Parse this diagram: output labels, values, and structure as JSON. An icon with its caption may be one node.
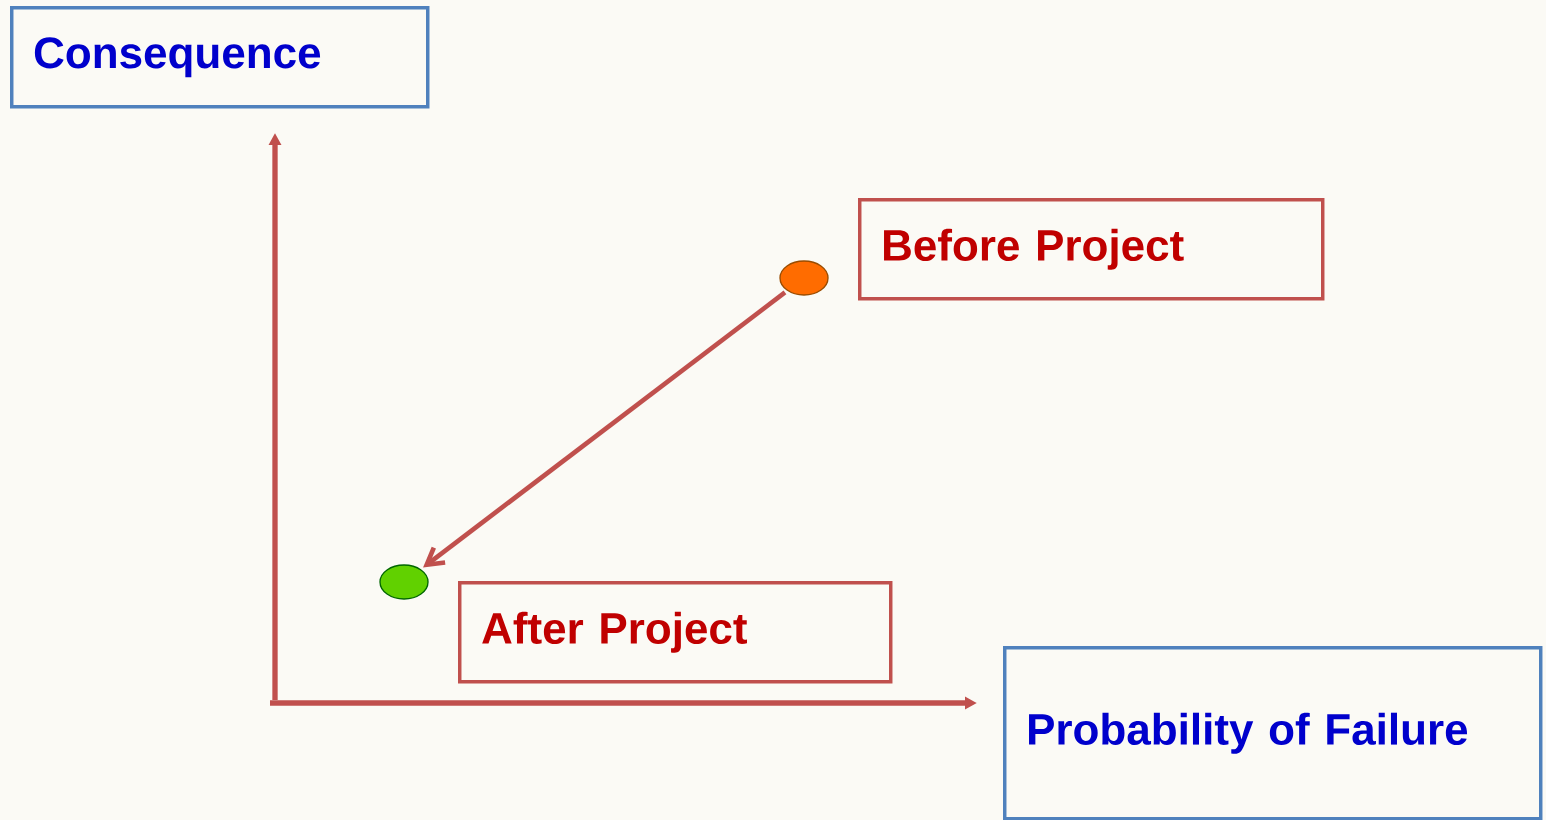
{
  "diagram": {
    "nodes": [
      {
        "text": [
          "Consequence"
        ]
      },
      {
        "text": [
          "Before Project"
        ]
      },
      {
        "text": [],
        "shape": "circle"
      },
      {
        "text": [],
        "shape": "circle"
      },
      {
        "text": [
          "After Project"
        ]
      },
      {
        "text": [
          "Probability of Failure"
        ]
      }
    ],
    "edges": [
      {
        "from": 2,
        "to": 3,
        "arrow": "to"
      }
    ]
  }
}
